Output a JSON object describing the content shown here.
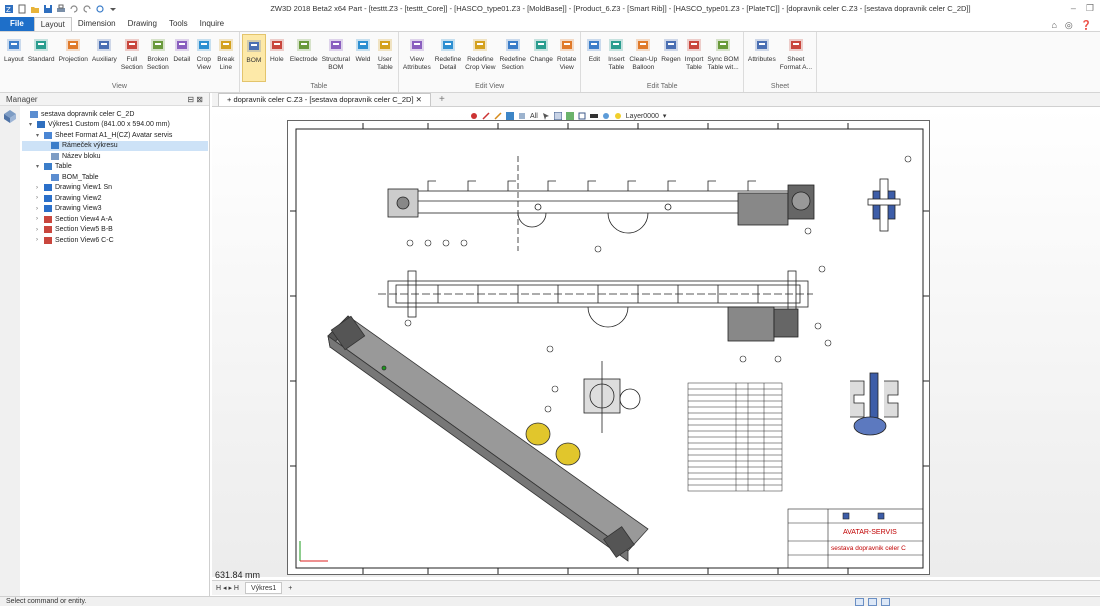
{
  "app": {
    "title": "ZW3D 2018 Beta2 x64    Part - [testtt.Z3 - [testtt_Core]] - [HASCO_type01.Z3 - [MoldBase]] - [Product_6.Z3 - [Smart Rib]] - [HASCO_type01.Z3 - [PlateTC]] - [dopravnik celer C.Z3 - [sestava dopravnik celer C_2D]]"
  },
  "menu": {
    "tabs": [
      "File",
      "Layout",
      "Dimension",
      "Drawing",
      "Tools",
      "Inquire"
    ],
    "active": "Layout"
  },
  "ribbon": {
    "groups": [
      {
        "label": "View",
        "items": [
          {
            "label": "Layout",
            "icon": "layout-icon"
          },
          {
            "label": "Standard",
            "icon": "standard-view-icon"
          },
          {
            "label": "Projection",
            "icon": "projection-icon"
          },
          {
            "label": "Auxiliary",
            "icon": "auxiliary-view-icon"
          },
          {
            "label": "Full\nSection",
            "icon": "full-section-icon"
          },
          {
            "label": "Broken\nSection",
            "icon": "broken-section-icon"
          },
          {
            "label": "Detail",
            "icon": "detail-view-icon"
          },
          {
            "label": "Crop\nView",
            "icon": "crop-view-icon"
          },
          {
            "label": "Break\nLine",
            "icon": "break-line-icon"
          }
        ]
      },
      {
        "label": "Table",
        "items": [
          {
            "label": "BOM",
            "icon": "bom-icon",
            "selected": true
          },
          {
            "label": "Hole",
            "icon": "hole-table-icon"
          },
          {
            "label": "Electrode",
            "icon": "electrode-table-icon"
          },
          {
            "label": "Structural\nBOM",
            "icon": "structural-bom-icon"
          },
          {
            "label": "Weld",
            "icon": "weld-table-icon"
          },
          {
            "label": "User\nTable",
            "icon": "user-table-icon"
          }
        ]
      },
      {
        "label": "Edit View",
        "items": [
          {
            "label": "View\nAttributes",
            "icon": "view-attributes-icon"
          },
          {
            "label": "Redefine\nDetail",
            "icon": "redefine-detail-icon"
          },
          {
            "label": "Redefine\nCrop View",
            "icon": "redefine-crop-icon"
          },
          {
            "label": "Redefine\nSection",
            "icon": "redefine-section-icon"
          },
          {
            "label": "Change",
            "icon": "change-icon"
          },
          {
            "label": "Rotate\nView",
            "icon": "rotate-view-icon"
          }
        ]
      },
      {
        "label": "Edit Table",
        "items": [
          {
            "label": "Edit",
            "icon": "edit-table-icon"
          },
          {
            "label": "Insert\nTable",
            "icon": "insert-table-icon"
          },
          {
            "label": "Clean-Up\nBalloon",
            "icon": "cleanup-balloon-icon"
          },
          {
            "label": "Regen",
            "icon": "regen-icon"
          },
          {
            "label": "Import\nTable",
            "icon": "import-table-icon"
          },
          {
            "label": "Sync BOM\nTable wit...",
            "icon": "sync-bom-icon"
          }
        ]
      },
      {
        "label": "Sheet",
        "items": [
          {
            "label": "Attributes",
            "icon": "attributes-icon"
          },
          {
            "label": "Sheet\nFormat A...",
            "icon": "sheet-format-icon"
          }
        ]
      }
    ]
  },
  "manager": {
    "title": "Manager",
    "tree": [
      {
        "label": "sestava dopravnik celer C_2D",
        "indent": 0,
        "arrow": "",
        "icon": "drawing-icon"
      },
      {
        "label": "Výkres1 Custom (841.00 x 594.00 mm)",
        "indent": 1,
        "arrow": "v",
        "icon": "sheet-icon"
      },
      {
        "label": "Sheet Format A1_H(CZ) Avatar servis",
        "indent": 2,
        "arrow": "v",
        "icon": "sheet-format-icon"
      },
      {
        "label": "Rámeček výkresu",
        "indent": 3,
        "arrow": "",
        "icon": "frame-icon",
        "selected": true
      },
      {
        "label": "Název bloku",
        "indent": 3,
        "arrow": "",
        "icon": "title-block-icon"
      },
      {
        "label": "Table",
        "indent": 2,
        "arrow": "v",
        "icon": "table-icon"
      },
      {
        "label": "BOM_Table",
        "indent": 3,
        "arrow": "",
        "icon": "bom-table-icon"
      },
      {
        "label": "Drawing View1 Sn",
        "indent": 2,
        "arrow": ">",
        "icon": "view-icon"
      },
      {
        "label": "Drawing View2",
        "indent": 2,
        "arrow": ">",
        "icon": "view-icon"
      },
      {
        "label": "Drawing View3",
        "indent": 2,
        "arrow": ">",
        "icon": "view-icon"
      },
      {
        "label": "Section View4 A-A",
        "indent": 2,
        "arrow": ">",
        "icon": "section-view-icon"
      },
      {
        "label": "Section View5 B-B",
        "indent": 2,
        "arrow": ">",
        "icon": "section-view-icon"
      },
      {
        "label": "Section View6 C-C",
        "indent": 2,
        "arrow": ">",
        "icon": "section-view-icon"
      }
    ]
  },
  "doc": {
    "tab": "dopravnik celer C.Z3 - [sestava dopravnik celer C_2D]",
    "filter_label": "All",
    "layer": "Layer0000"
  },
  "drawing": {
    "title_block_company": "AVATAR-SERVIS",
    "title_block_name": "sestava dopravnik celer C"
  },
  "canvas": {
    "measure": "631.84 mm"
  },
  "sheets": {
    "tabs": [
      "Výkres1"
    ]
  },
  "status": {
    "text": "Select command or entity."
  },
  "colors": {
    "accent": "#1e6fc9",
    "selected": "#fde9a8"
  }
}
